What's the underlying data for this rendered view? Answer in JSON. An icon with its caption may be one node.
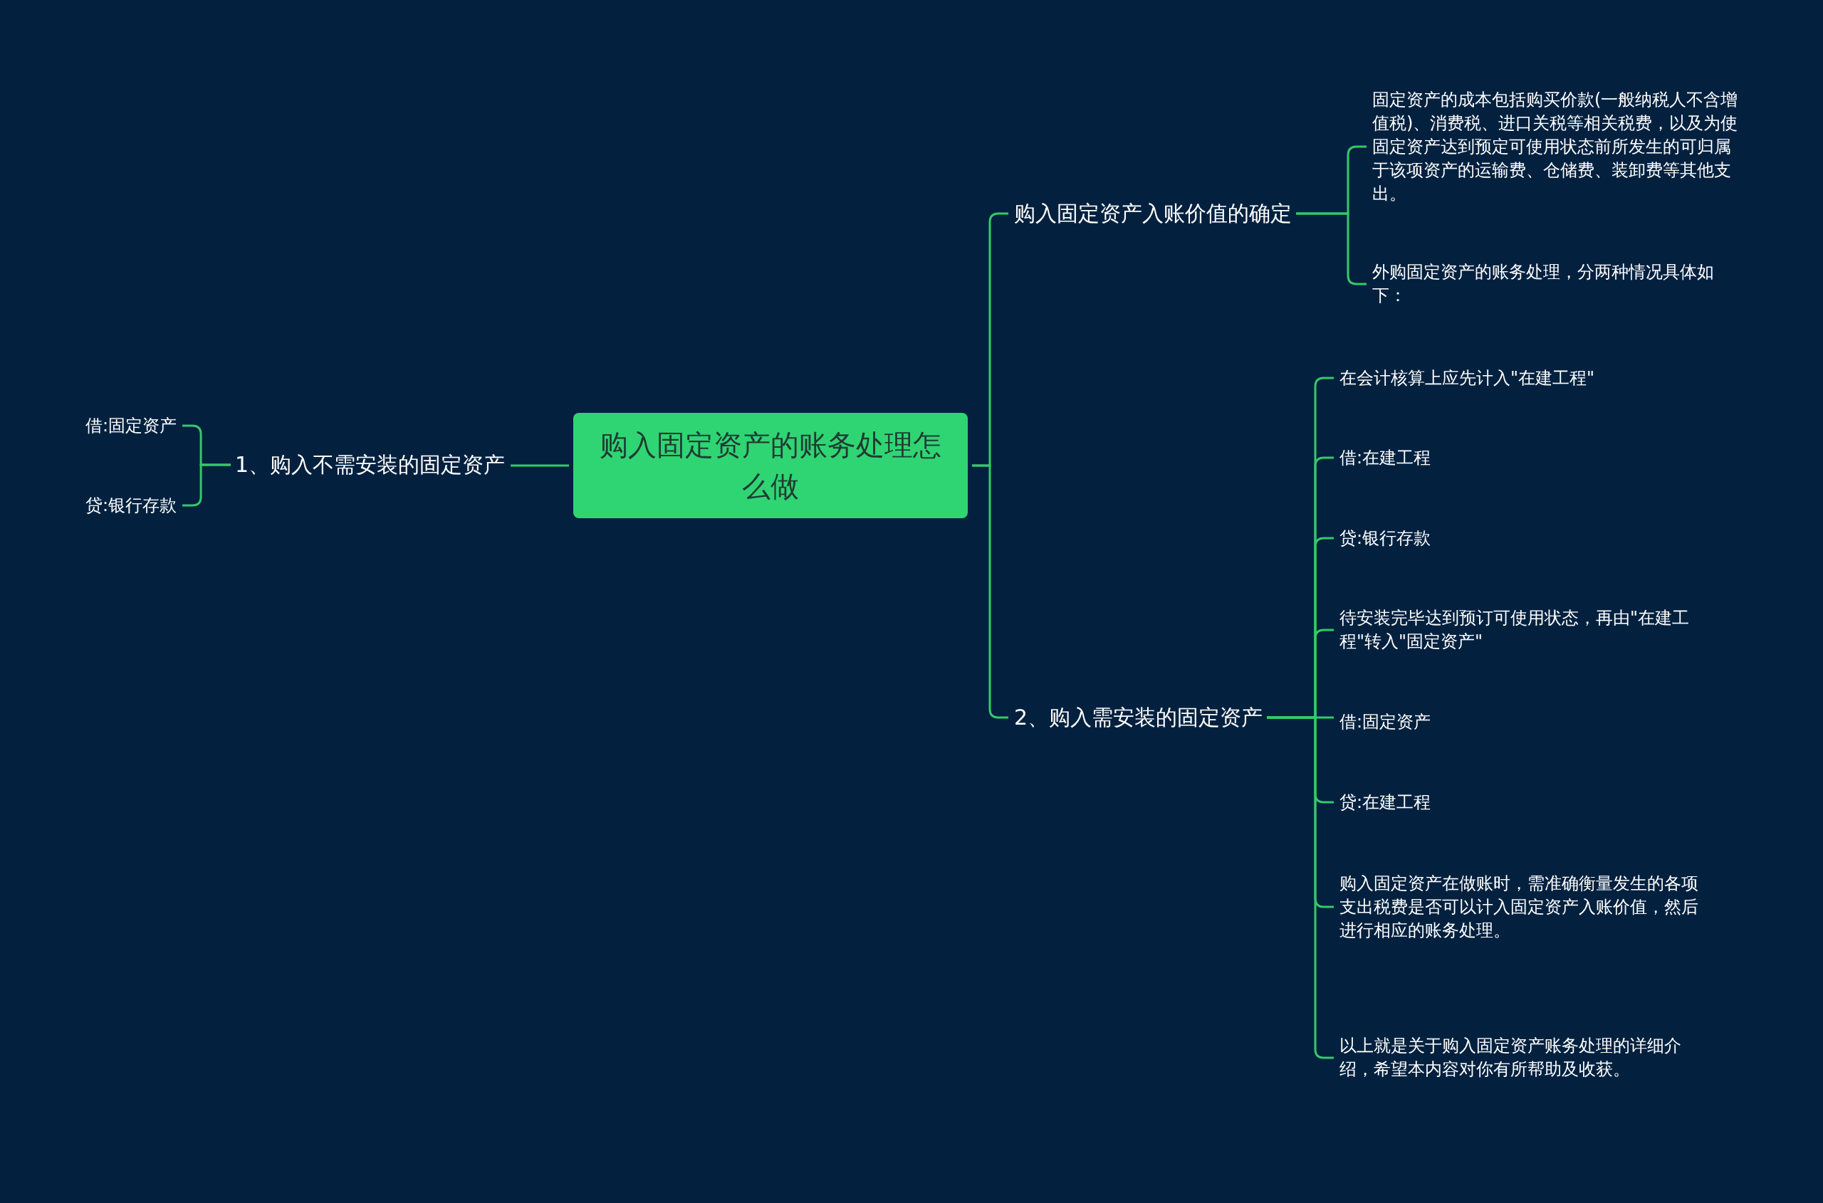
{
  "diagram": {
    "nodes": [
      {
        "text": [
          "购入固定资产的账务处理怎么做"
        ]
      },
      {
        "text": [
          "1、购入不需安装的固定资产"
        ]
      },
      {
        "text": [
          "借:固定资产"
        ]
      },
      {
        "text": [
          "贷:银行存款"
        ]
      },
      {
        "text": [
          "购入固定资产入账价值的确定"
        ]
      },
      {
        "text": [
          "固定资产的成本包括购买价款(一般纳税人不含增值税)、消费税、进口关税等相关税费，以及为使固定资产达到预定可使用状态前所发生的可归属于该项资产的运输费、仓储费、装卸费等其他支出。"
        ]
      },
      {
        "text": [
          "外购固定资产的账务处理，分两种情况具体如下："
        ]
      },
      {
        "text": [
          "2、购入需安装的固定资产"
        ]
      },
      {
        "text": [
          "在会计核算上应先计入\"在建工程\""
        ]
      },
      {
        "text": [
          "借:在建工程"
        ]
      },
      {
        "text": [
          "贷:银行存款"
        ]
      },
      {
        "text": [
          "待安装完毕达到预订可使用状态，再由\"在建工程\"转入\"固定资产\""
        ]
      },
      {
        "text": [
          "借:固定资产"
        ]
      },
      {
        "text": [
          "贷:在建工程"
        ]
      },
      {
        "text": [
          "购入固定资产在做账时，需准确衡量发生的各项支出税费是否可以计入固定资产入账价值，然后进行相应的账务处理。"
        ]
      },
      {
        "text": [
          "以上就是关于购入固定资产账务处理的详细介绍，希望本内容对你有所帮助及收获。"
        ]
      }
    ],
    "edges": [
      {
        "from": 0,
        "to": 1,
        "arrow": "none"
      },
      {
        "from": 1,
        "to": 2,
        "arrow": "none"
      },
      {
        "from": 1,
        "to": 3,
        "arrow": "none"
      },
      {
        "from": 0,
        "to": 4,
        "arrow": "none"
      },
      {
        "from": 4,
        "to": 5,
        "arrow": "none"
      },
      {
        "from": 4,
        "to": 6,
        "arrow": "none"
      },
      {
        "from": 0,
        "to": 7,
        "arrow": "none"
      },
      {
        "from": 7,
        "to": 8,
        "arrow": "none"
      },
      {
        "from": 7,
        "to": 9,
        "arrow": "none"
      },
      {
        "from": 7,
        "to": 10,
        "arrow": "none"
      },
      {
        "from": 7,
        "to": 11,
        "arrow": "none"
      },
      {
        "from": 7,
        "to": 12,
        "arrow": "none"
      },
      {
        "from": 7,
        "to": 13,
        "arrow": "none"
      },
      {
        "from": 7,
        "to": 14,
        "arrow": "none"
      },
      {
        "from": 7,
        "to": 15,
        "arrow": "none"
      }
    ]
  }
}
